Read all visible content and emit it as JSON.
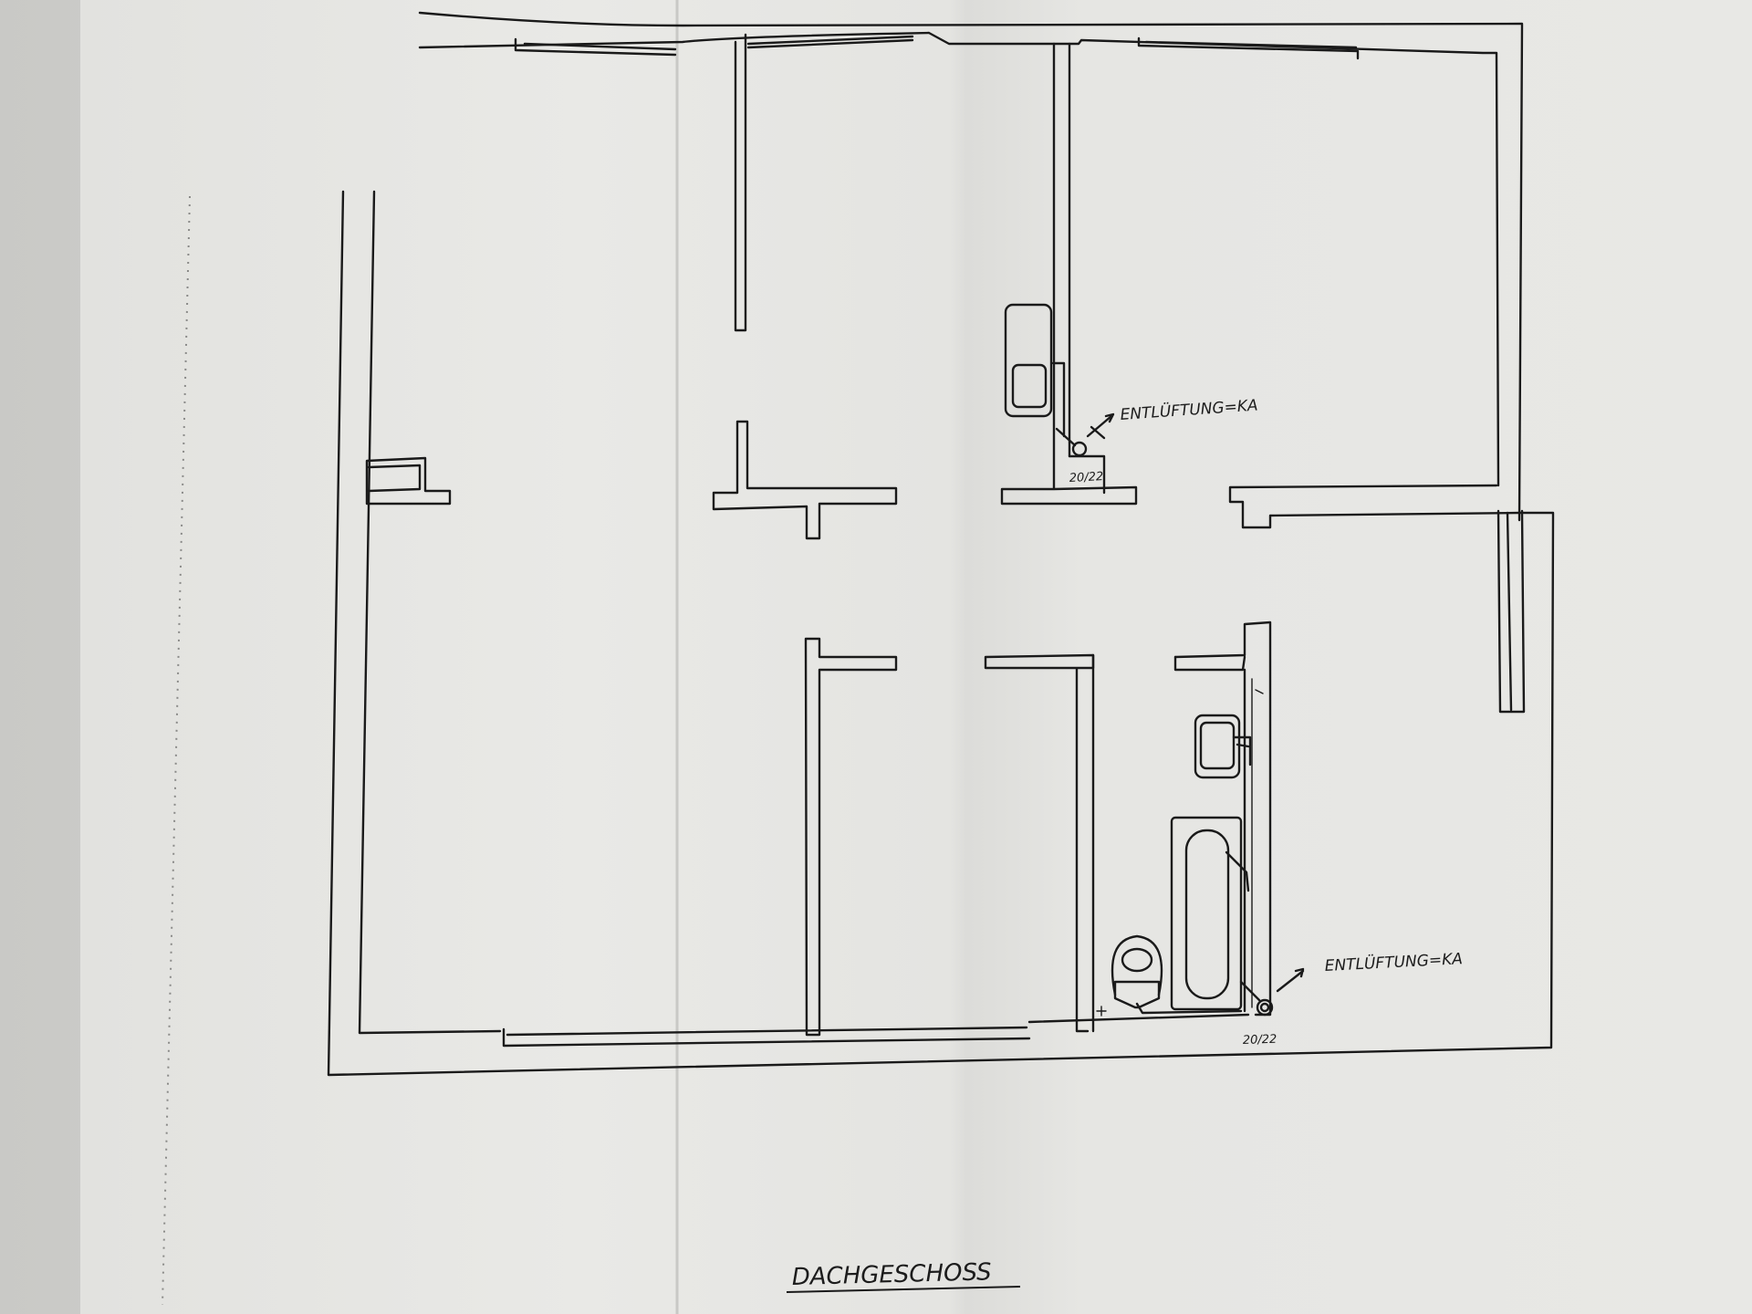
{
  "plan": {
    "title": "DACHGESCHOSS",
    "annotations": [
      {
        "label": "ENTLÜFTUNG=KA",
        "dimension": "20/22"
      },
      {
        "label": "ENTLÜFTUNG=KA",
        "dimension": "20/22"
      }
    ],
    "colors": {
      "paper": "#e7e7e4",
      "ink": "#1a1a1a",
      "background": "#cfcfcd"
    }
  }
}
